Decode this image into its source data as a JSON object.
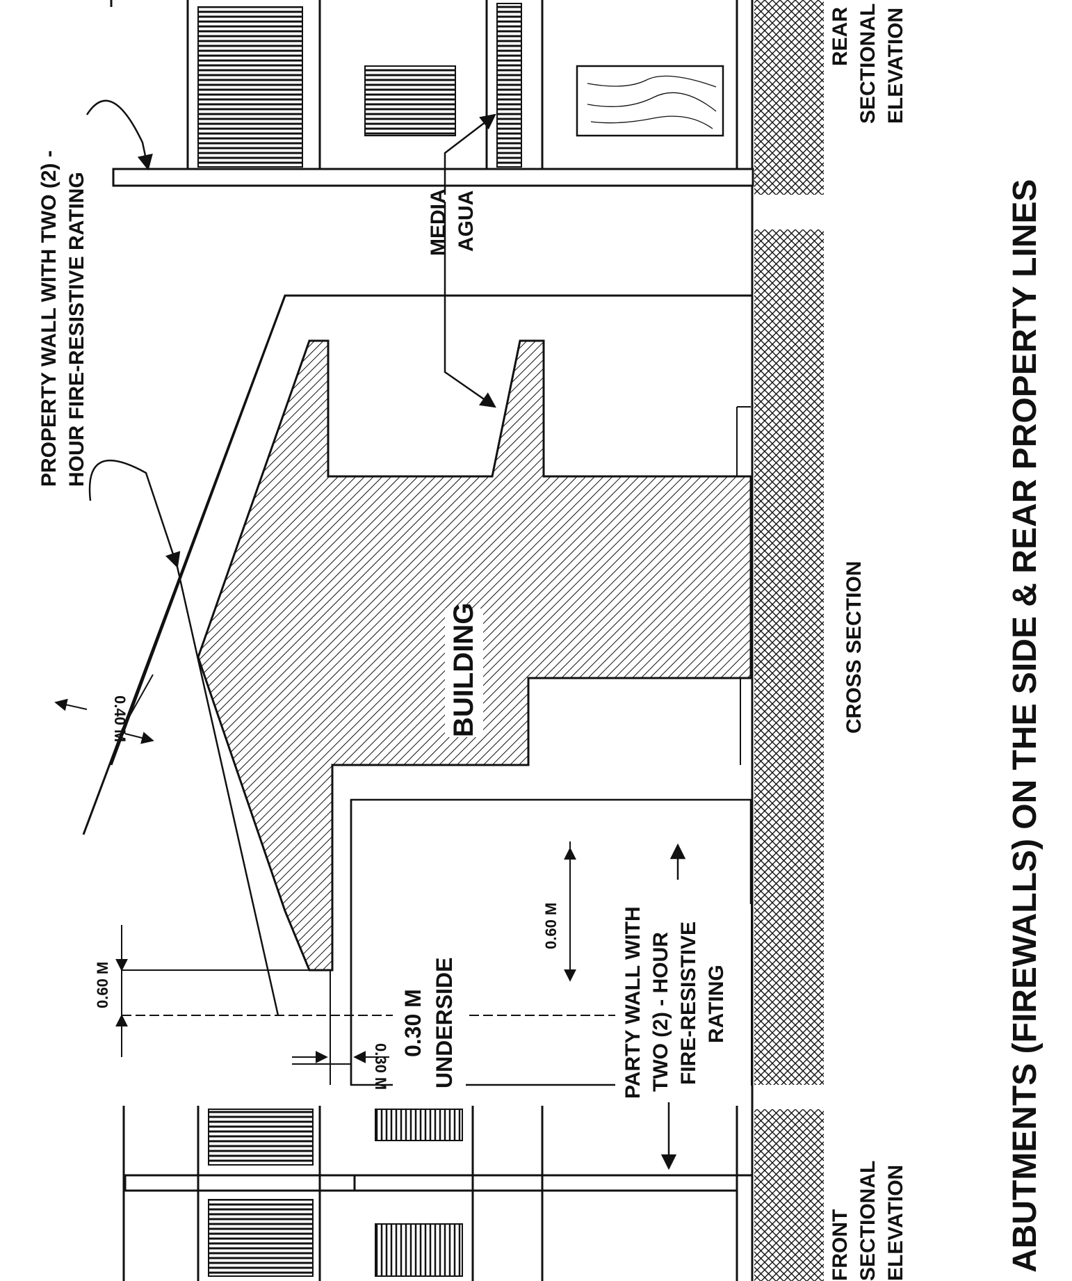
{
  "title": "ABUTMENTS (FIREWALLS) ON THE SIDE & REAR PROPERTY LINES",
  "labels": {
    "property_wall": [
      "PROPERTY WALL WITH TWO (2) -",
      "HOUR FIRE-RESISTIVE RATING"
    ],
    "media_agua": [
      "MEDIA",
      "AGUA"
    ],
    "rear_elevation": [
      "REAR",
      "SECTIONAL",
      "ELEVATION"
    ],
    "front_elevation": [
      "FRONT",
      "SECTIONAL",
      "ELEVATION"
    ],
    "cross_section": "CROSS SECTION",
    "building": "BUILDING",
    "party_wall": [
      "PARTY WALL WITH",
      "TWO (2) - HOUR",
      "FIRE-RESISTIVE",
      "RATING"
    ],
    "underside": [
      "0.30 M",
      "UNDERSIDE"
    ]
  },
  "dimensions": {
    "d_040": "0.40 M",
    "d_060_top": "0.60 M",
    "d_030": "0.30 M",
    "d_060_mid": "0.60 M"
  },
  "colors": {
    "ink": "#111111",
    "paper": "#ffffff"
  }
}
